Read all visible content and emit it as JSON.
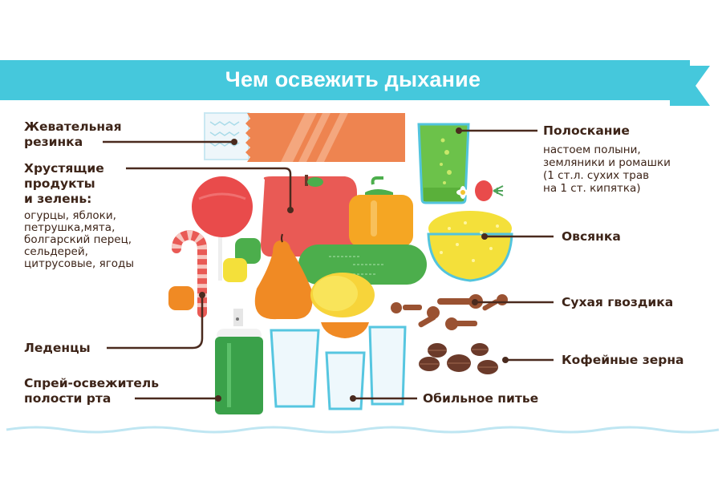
{
  "banner": {
    "title": "Чем освежить дыхание",
    "color": "#45c8dc"
  },
  "items": {
    "gum": {
      "label_line1": "Жевательная",
      "label_line2": "резинка",
      "icon": "chewing-gum-icon"
    },
    "crunchy": {
      "label_line1": "Хрустящие",
      "label_line2": "продукты",
      "label_line3": "и зелень:",
      "details": [
        "огурцы, яблоки,",
        "петрушка,мята,",
        "болгарский перец,",
        "сельдерей,",
        "цитрусовые, ягоды"
      ],
      "icon": "apple-icon"
    },
    "candies": {
      "label": "Леденцы",
      "icon": "candy-cane-icon"
    },
    "spray": {
      "label_line1": "Спрей-освежитель",
      "label_line2": "полости рта",
      "icon": "spray-bottle-icon"
    },
    "rinse": {
      "label": "Полоскание",
      "details": [
        "настоем полыни,",
        "земляники и ромашки",
        "(1 ст.л. сухих трав",
        "на 1 ст. кипятка)"
      ],
      "icon": "herbal-glass-icon"
    },
    "oatmeal": {
      "label": "Овсянка",
      "icon": "oatmeal-bowl-icon"
    },
    "cloves": {
      "label": "Сухая гвоздика",
      "icon": "cloves-icon"
    },
    "coffee": {
      "label": "Кофейные зерна",
      "icon": "coffee-beans-icon"
    },
    "water": {
      "label": "Обильное питье",
      "icon": "water-glasses-icon"
    }
  },
  "colors": {
    "text": "#3d2418",
    "line": "#4a2a1e",
    "accent": "#45c8dc",
    "wave": "#bfe6f2"
  }
}
